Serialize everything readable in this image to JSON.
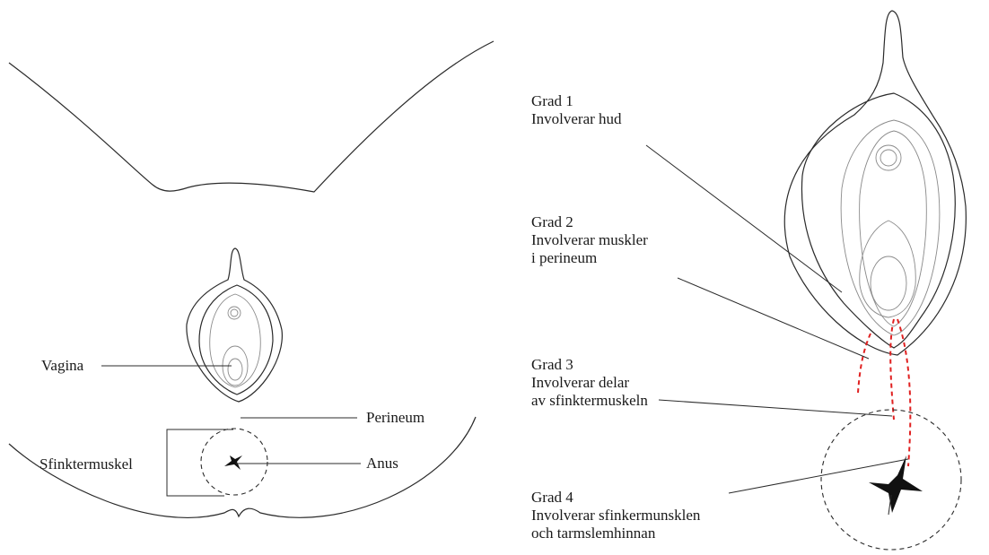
{
  "left_figure": {
    "labels": {
      "vagina": "Vagina",
      "perineum": "Perineum",
      "sphincter": "Sfinktermuskel",
      "anus": "Anus"
    }
  },
  "right_figure": {
    "grades": [
      {
        "title": "Grad 1",
        "lines": [
          "Involverar hud"
        ]
      },
      {
        "title": "Grad 2",
        "lines": [
          "Involverar muskler",
          "i perineum"
        ]
      },
      {
        "title": "Grad 3",
        "lines": [
          "Involverar delar",
          "av sfinktermuskeln"
        ]
      },
      {
        "title": "Grad 4",
        "lines": [
          "Involverar sfinkermunsklen",
          "och tarmslemhinnan"
        ]
      }
    ]
  },
  "colors": {
    "line": "#2b2b2b",
    "inner_line": "#8a8a8a",
    "tear": "#e02020"
  }
}
